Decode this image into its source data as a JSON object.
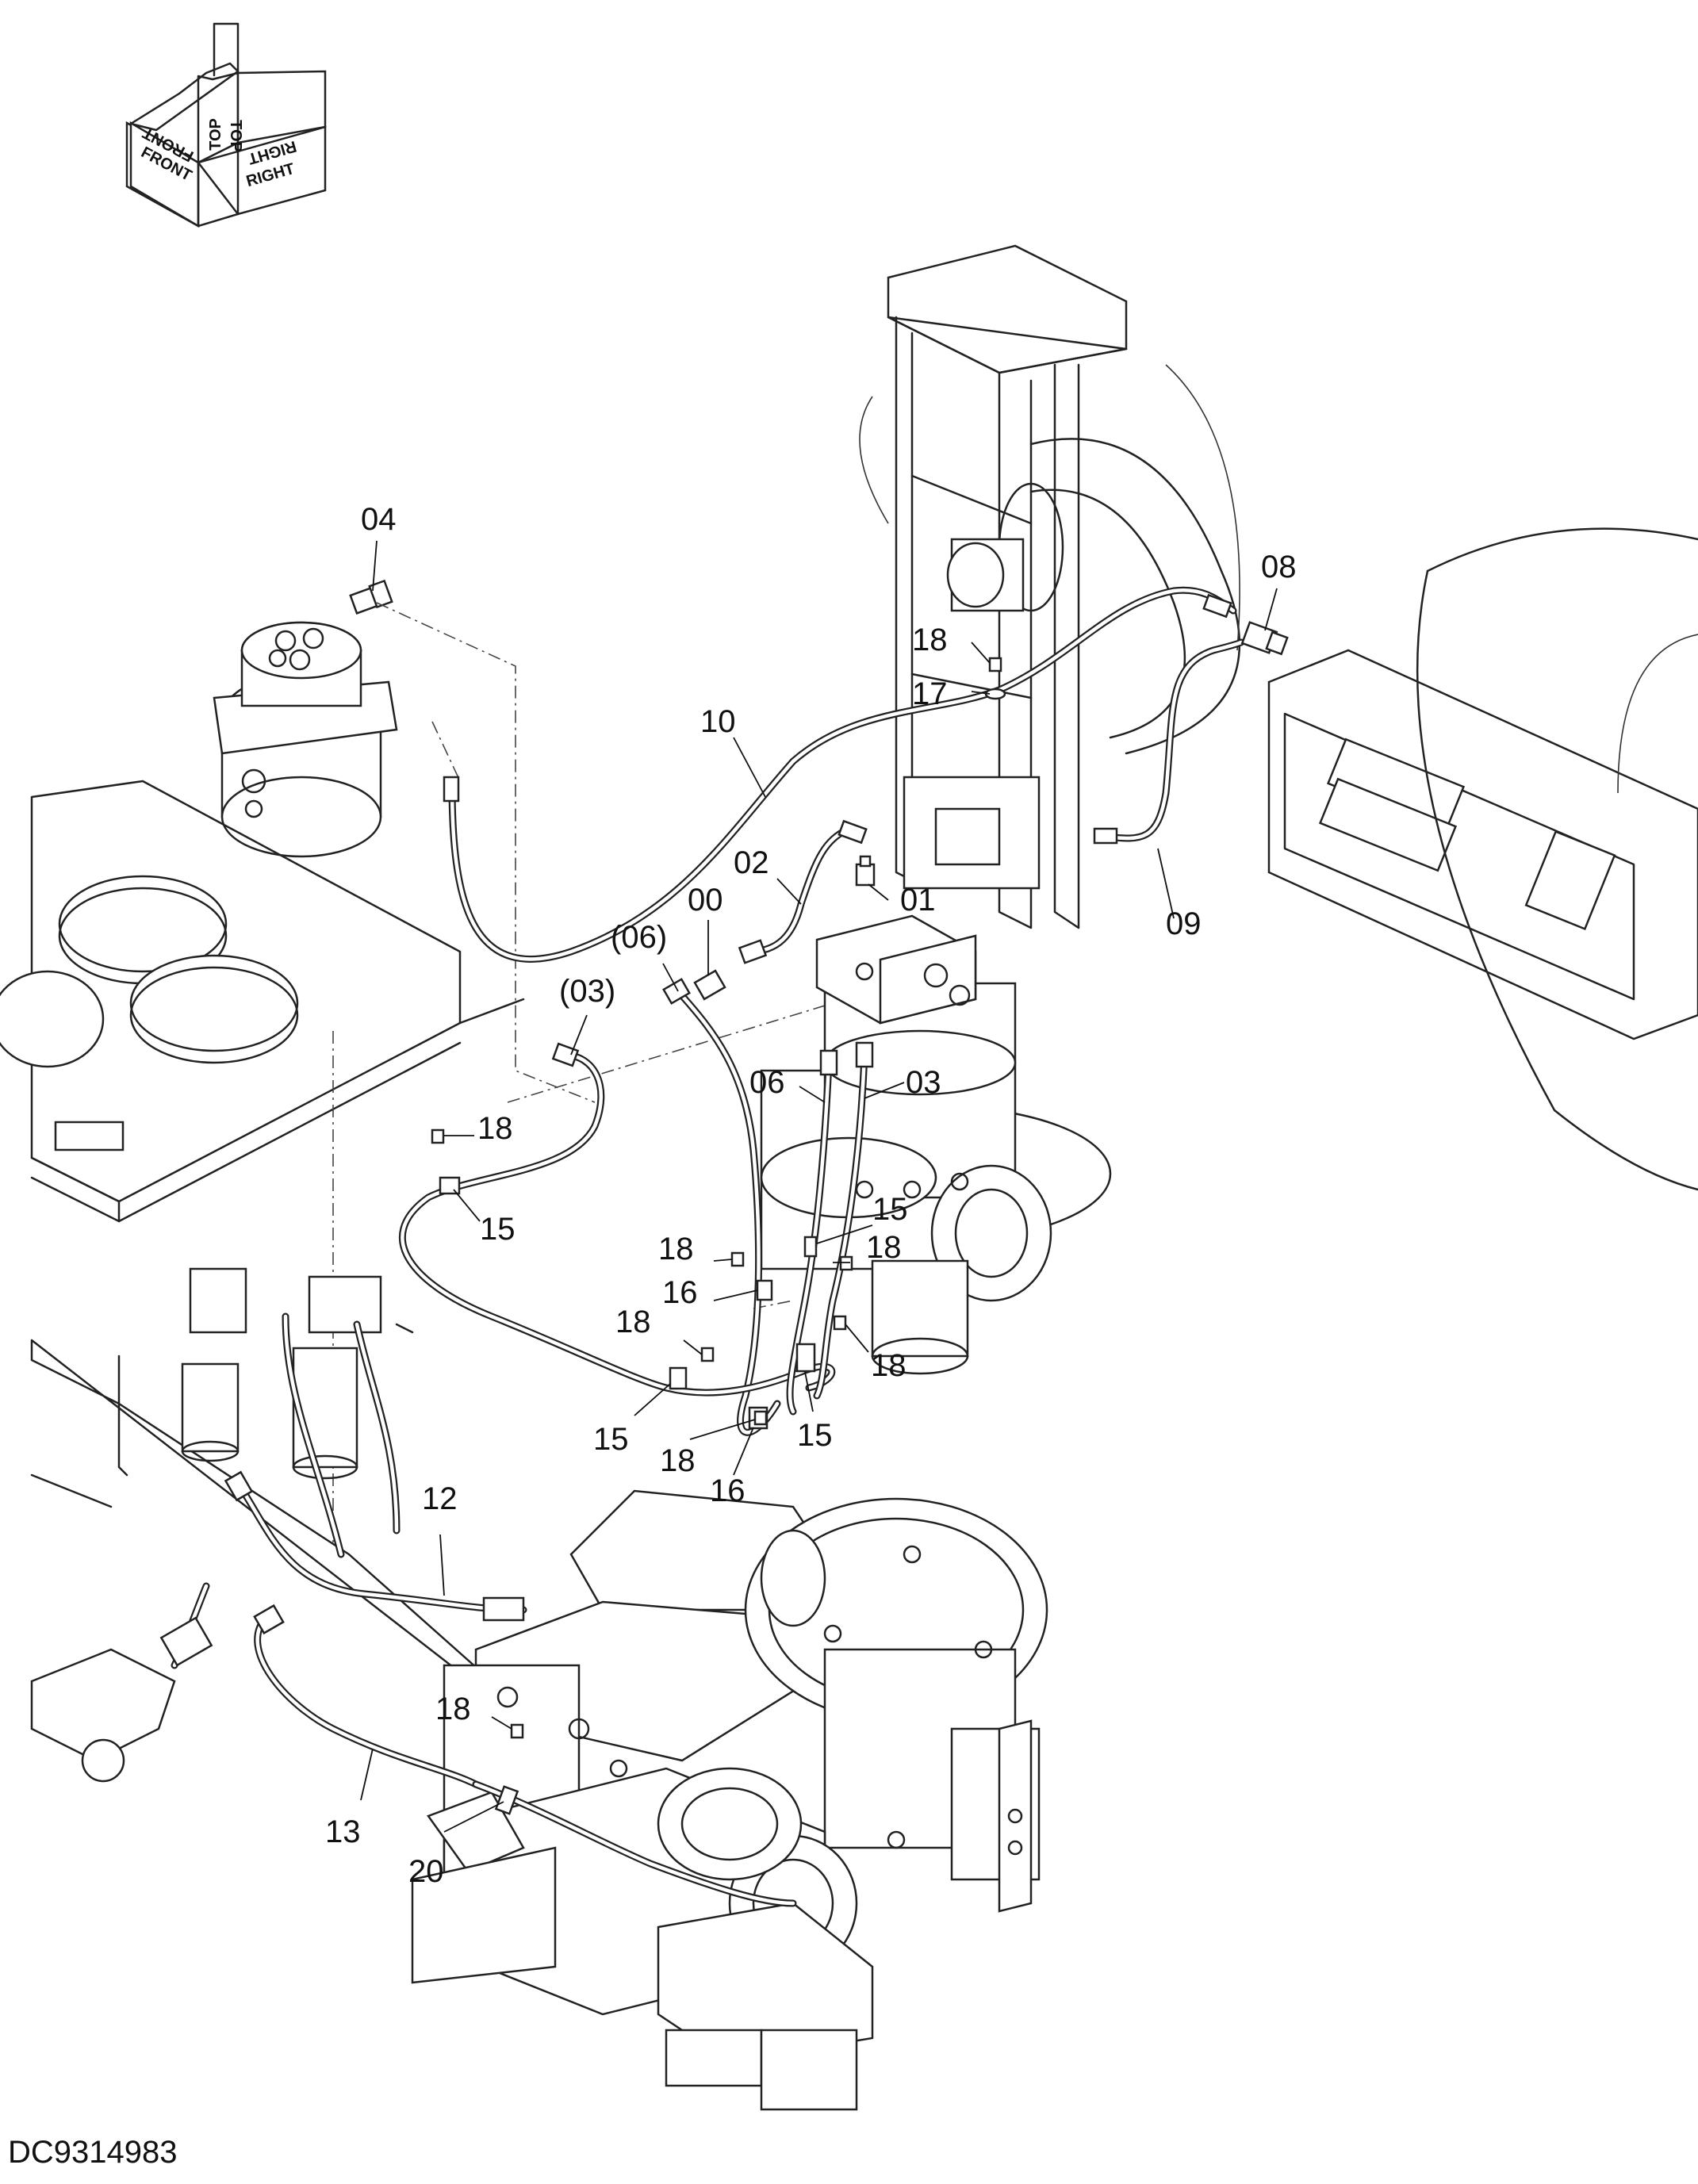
{
  "document": {
    "drawing_number": "DC9314983"
  },
  "orientation_glyph": {
    "labels": [
      "FRONT",
      "TOP",
      "RIGHT",
      "FRONT",
      "TOP",
      "RIGHT"
    ]
  },
  "callouts": [
    {
      "id": "c-04",
      "text": "04"
    },
    {
      "id": "c-08",
      "text": "08"
    },
    {
      "id": "c-18a",
      "text": "18"
    },
    {
      "id": "c-17",
      "text": "17"
    },
    {
      "id": "c-10",
      "text": "10"
    },
    {
      "id": "c-02",
      "text": "02"
    },
    {
      "id": "c-00",
      "text": "00"
    },
    {
      "id": "c-01",
      "text": "01"
    },
    {
      "id": "c-09",
      "text": "09"
    },
    {
      "id": "c-06p",
      "text": "(06)"
    },
    {
      "id": "c-03p",
      "text": "(03)"
    },
    {
      "id": "c-06",
      "text": "06"
    },
    {
      "id": "c-03",
      "text": "03"
    },
    {
      "id": "c-18b",
      "text": "18"
    },
    {
      "id": "c-15a",
      "text": "15"
    },
    {
      "id": "c-15b",
      "text": "15"
    },
    {
      "id": "c-18c",
      "text": "18"
    },
    {
      "id": "c-18d",
      "text": "18"
    },
    {
      "id": "c-16a",
      "text": "16"
    },
    {
      "id": "c-18e",
      "text": "18"
    },
    {
      "id": "c-18f",
      "text": "18"
    },
    {
      "id": "c-15c",
      "text": "15"
    },
    {
      "id": "c-18g",
      "text": "18"
    },
    {
      "id": "c-15d",
      "text": "15"
    },
    {
      "id": "c-16b",
      "text": "16"
    },
    {
      "id": "c-12",
      "text": "12"
    },
    {
      "id": "c-18h",
      "text": "18"
    },
    {
      "id": "c-13",
      "text": "13"
    },
    {
      "id": "c-20",
      "text": "20"
    }
  ]
}
